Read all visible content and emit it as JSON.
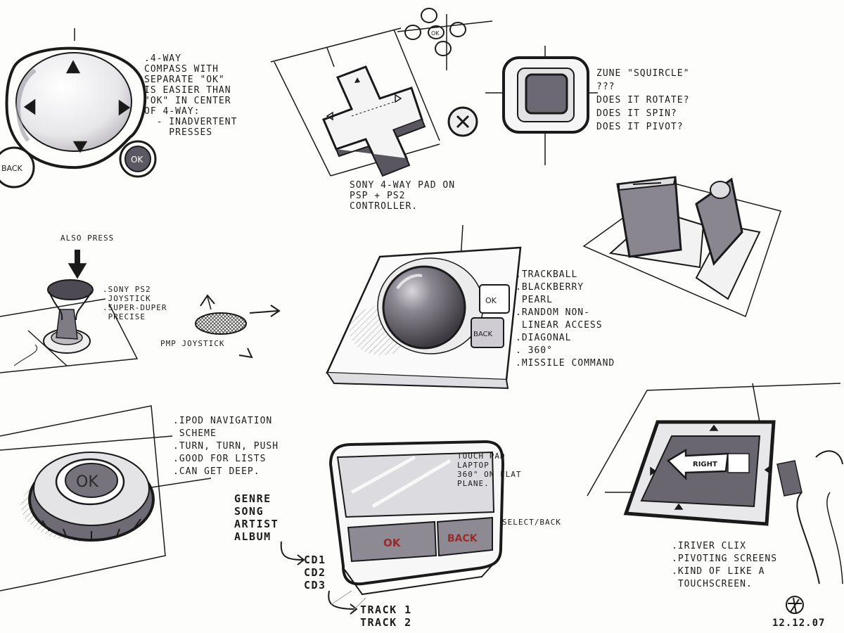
{
  "sketches": {
    "compass": {
      "note": ".4-WAY\nCOMPASS WITH\nSEPARATE \"OK\"\nIS EASIER THAN\n\"OK\" IN CENTER\nOF 4-WAY:\n  - INADVERTENT\n    PRESSES",
      "back_label": "BACK",
      "ok_label": "OK"
    },
    "sony_pad": {
      "ok_label": "OK",
      "x_label": "X",
      "note": "SONY 4-WAY PAD ON\nPSP + PS2\nCONTROLLER."
    },
    "zune": {
      "note": "ZUNE \"SQUIRCLE\"\n???\nDOES IT ROTATE?\nDOES IT SPIN?\nDOES IT PIVOT?"
    },
    "joystick": {
      "press_label": "ALSO PRESS",
      "ps2_note": ".SONY PS2\n JOYSTICK\n.SUPER-DUPER\n PRECISE",
      "pmp_label": "PMP JOYSTICK"
    },
    "trackball": {
      "ok_label": "OK",
      "back_label": "BACK",
      "note": ".TRACKBALL\n.BLACKBERRY\n PEARL\n.RANDOM NON-\n LINEAR ACCESS\n.DIAGONAL\n. 360°\n.MISSILE COMMAND"
    },
    "ipod": {
      "ok_label": "OK",
      "note": ".iPOD NAVIGATION\n SCHEME\n.TURN, TURN, PUSH\n.GOOD FOR LISTS\n.CAN GET DEEP.",
      "hierarchy_1": "GENRE\nSONG\nARTIST\nALBUM",
      "hierarchy_2": "CD1\nCD2\nCD3",
      "hierarchy_3": "TRACK 1\nTRACK 2"
    },
    "touchpad": {
      "note": "TOUCH PAD\nLAPTOP\n360° ON FLAT\nPLANE.",
      "ok_label": "OK",
      "back_label": "BACK",
      "select_note": "SELECT/BACK"
    },
    "iriver": {
      "right_label": "RIGHT",
      "note": ".iRIVER CLiX\n.PIVOTING SCREENS\n.KIND OF LIKE A\n TOUCHSCREEN."
    },
    "signature": {
      "date": "12.12.07"
    }
  },
  "colors": {
    "ink": "#1a1a1a",
    "marker_gray": "#7a7680",
    "marker_dark": "#4b4750",
    "marker_light": "#d8d6da",
    "paper": "#fdfdfb",
    "red_ink": "#9b2a2a"
  }
}
